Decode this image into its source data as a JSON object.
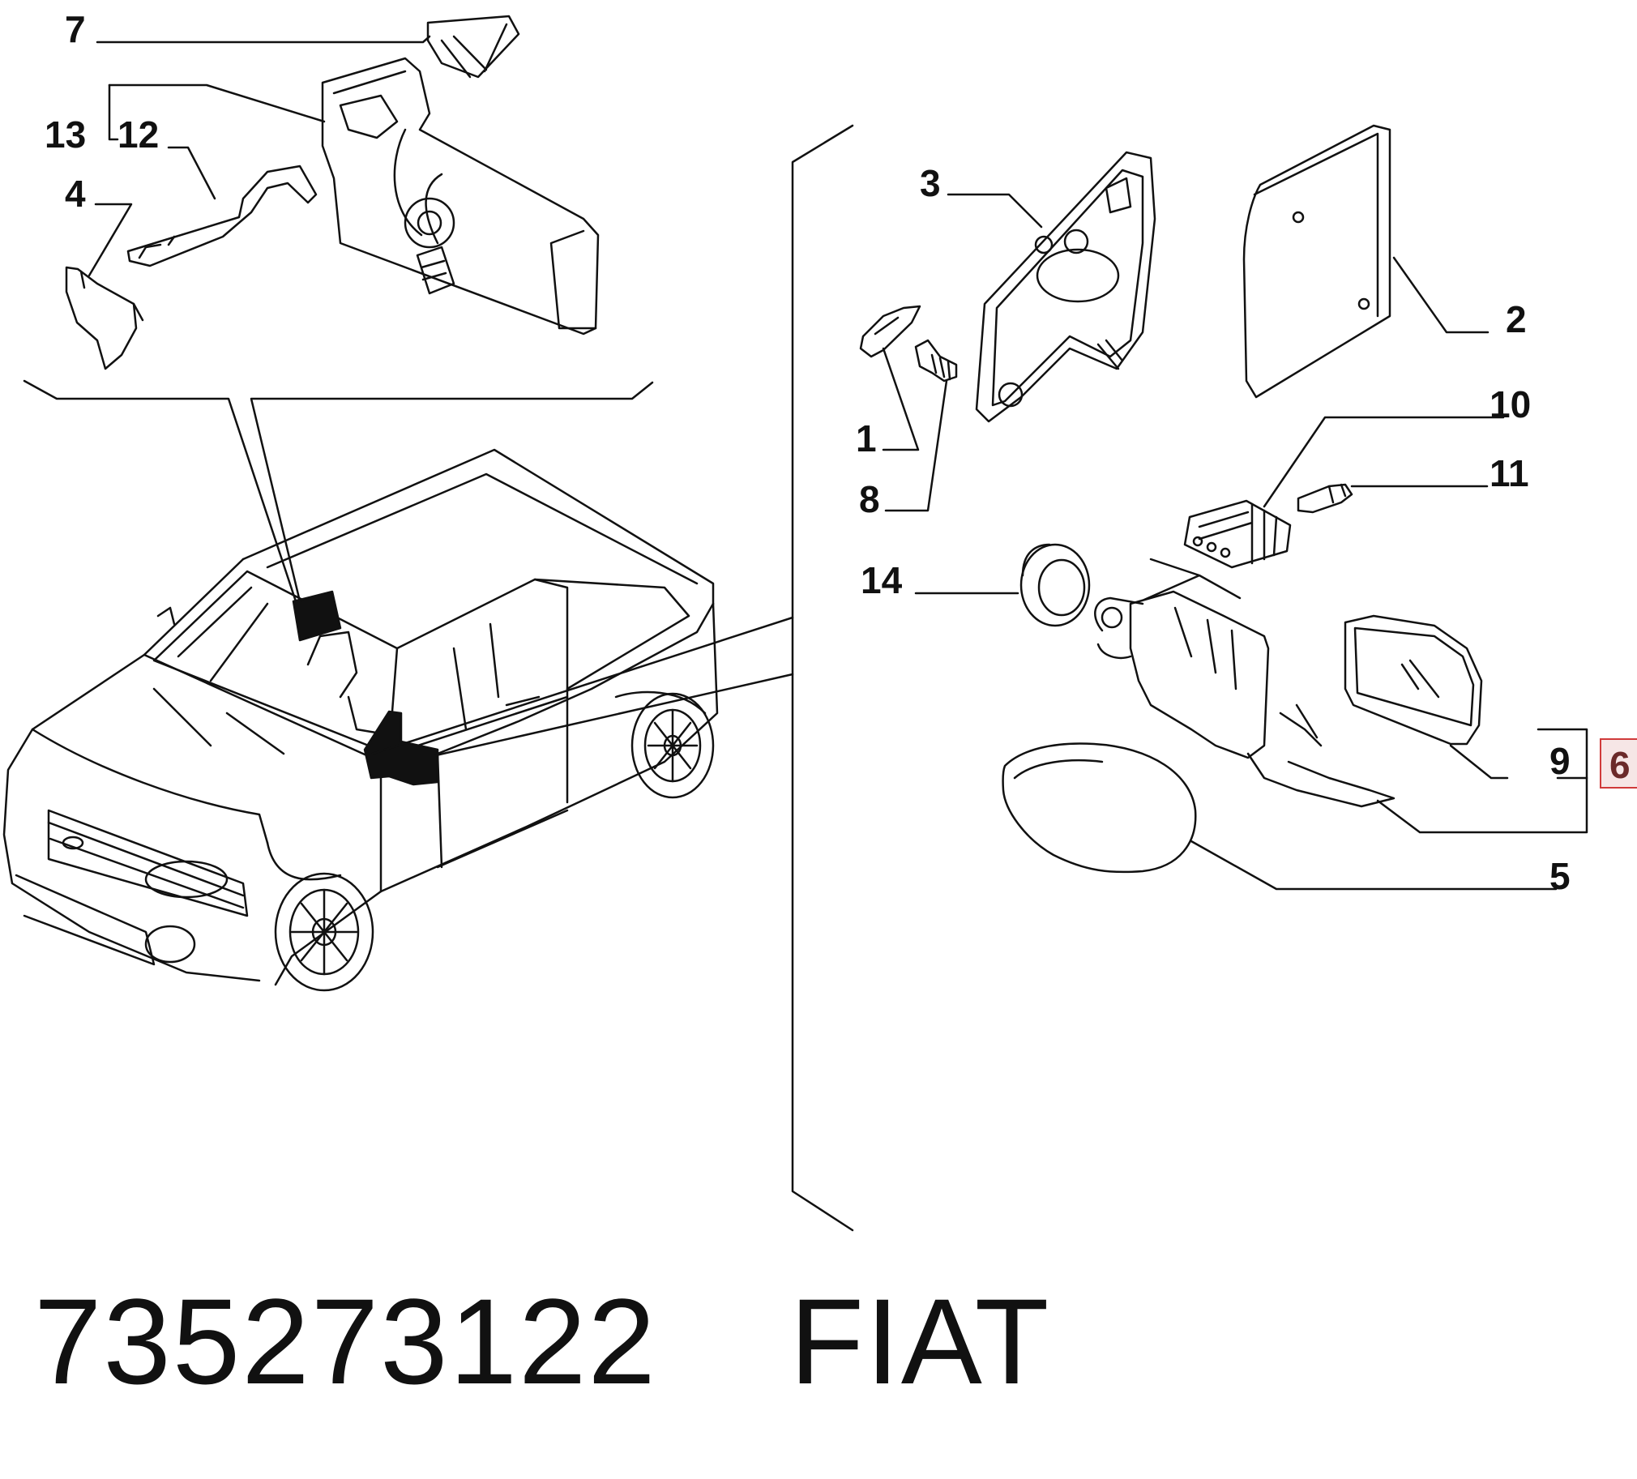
{
  "callouts": {
    "c1": "1",
    "c2": "2",
    "c3": "3",
    "c4": "4",
    "c5": "5",
    "c6": "6",
    "c7": "7",
    "c8": "8",
    "c9": "9",
    "c10": "10",
    "c11": "11",
    "c12": "12",
    "c13": "13",
    "c14": "14"
  },
  "highlighted_part": "6",
  "caption": {
    "part_number": "735273122",
    "brand": "FIAT"
  },
  "colors": {
    "line": "#111111",
    "highlight_fill": "#f6e6e6",
    "highlight_stroke": "#d03a3a"
  }
}
